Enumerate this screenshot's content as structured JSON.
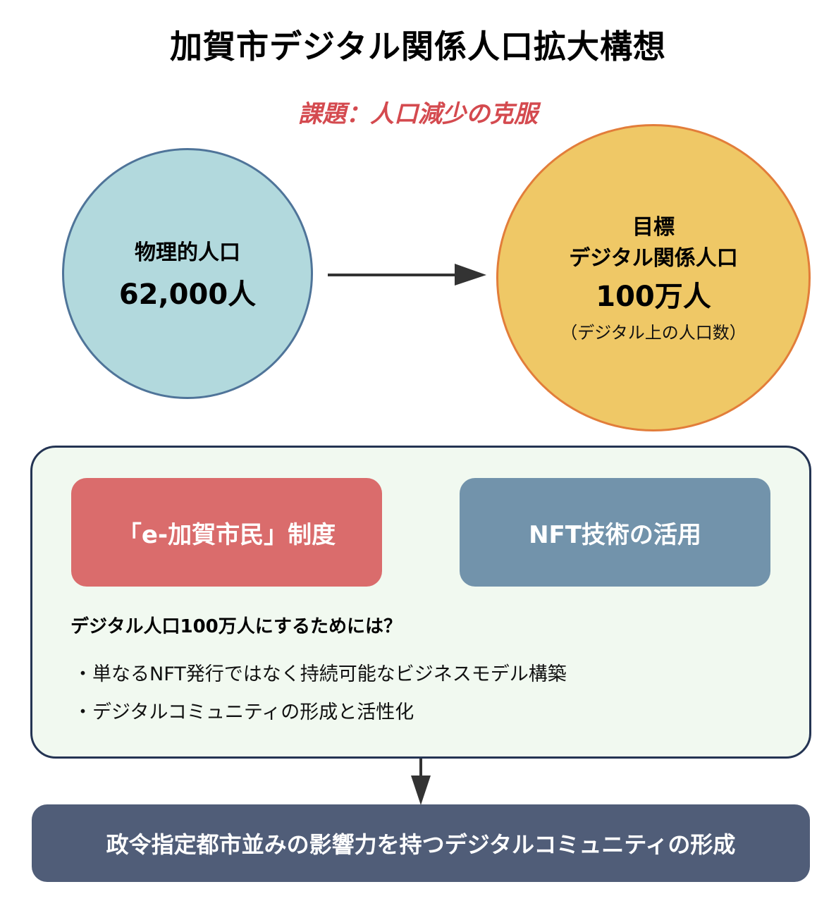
{
  "title": "加賀市デジタル関係人口拡大構想",
  "subtitle": "課題：人口減少の克服",
  "physical_population": {
    "label": "物理的人口",
    "value": "62,000人"
  },
  "target": {
    "label_line1": "目標",
    "label_line2": "デジタル関係人口",
    "value": "100万人",
    "note": "（デジタル上の人口数）"
  },
  "initiatives": [
    {
      "label": "「e-加賀市民」制度",
      "color": "#da6c6c"
    },
    {
      "label": "NFT技術の活用",
      "color": "#7293ab"
    }
  ],
  "question": "デジタル人口100万人にするためには？",
  "bullets": [
    "・単なるNFT発行ではなく持続可能なビジネスモデル構築",
    "・デジタルコミュニティの形成と活性化"
  ],
  "outcome": "政令指定都市並みの影響力を持つデジタルコミュニティの形成",
  "colors": {
    "subtitle": "#d44a4f",
    "physical_fill": "#b2d9dd",
    "physical_border": "#4f7499",
    "target_fill": "#efc866",
    "target_border": "#e27d3a",
    "panel_fill": "#f1f9f0",
    "panel_border": "#243453",
    "outcome_fill": "#505d78",
    "arrow": "#333333"
  }
}
